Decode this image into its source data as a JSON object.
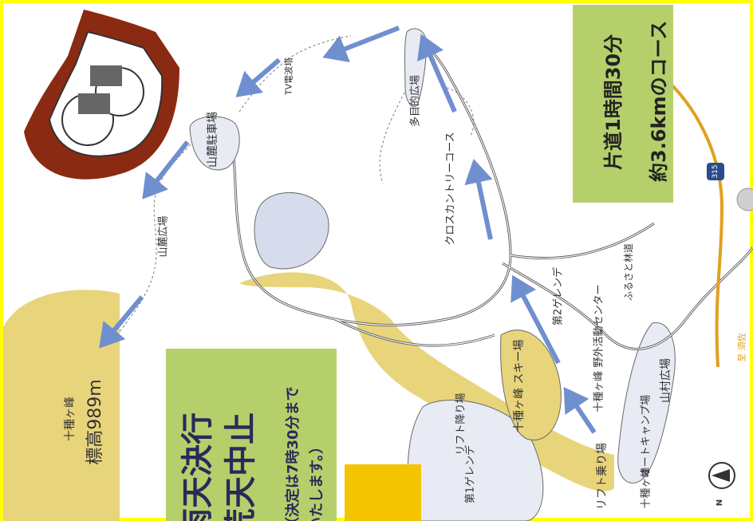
{
  "map": {
    "summit_name": "十種ヶ峰",
    "summit_elevation": "標高989m",
    "course_line_1": "片道1時間30分",
    "course_line_2": "約3.6kmのコース",
    "route_shield": "315",
    "direction_label": "至 須佐",
    "north_label": "N",
    "labels": {
      "tv_tower": "TV電波塔",
      "foot_parking": "山麓駐車場",
      "foot_plaza": "山麓広場",
      "multipurpose_plaza": "多目的広場",
      "cross_country_course": "クロスカントリーコース",
      "furusato_road": "ふるさと林道",
      "second_slope": "第2ゲレンデ",
      "outdoor_center": "十種ヶ峰 野外活動センター",
      "ski_area": "十種ヶ峰 スキー場",
      "lift_top": "リフト降り場",
      "lift_bottom": "リフト乗り場",
      "first_slope": "第1ゲレンデ",
      "yamamura_plaza": "山村広場",
      "camp_area": "オートキャンプ場",
      "camp_area_prefix": "十種ヶ峰"
    },
    "banner": {
      "line1": "雨天決行",
      "line2": "荒天中止",
      "note1": "（決定は7時30分まで",
      "note2": "いたします。）"
    },
    "colors": {
      "border": "#ffff00",
      "mountain": "#e8d47a",
      "green_box": "#b5cf6b",
      "route_arrow": "#6f8fcf",
      "orange_road": "#e0a020",
      "yellow_box": "#f5c400",
      "pond": "#d6dcec"
    }
  }
}
